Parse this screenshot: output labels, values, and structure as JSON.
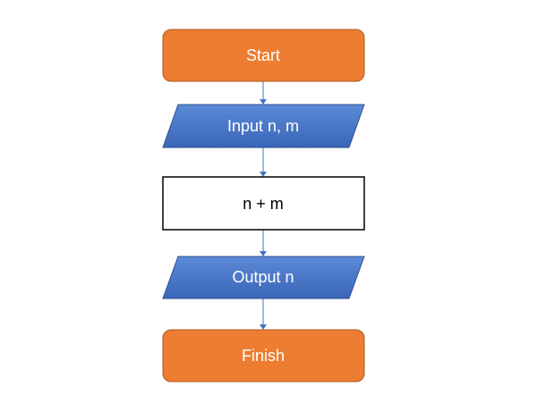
{
  "flowchart": {
    "nodes": [
      {
        "id": "start",
        "shape": "terminator",
        "label": "Start",
        "fill": "#ed7d31",
        "stroke": "#ae5a21",
        "text_color": "#ffffff"
      },
      {
        "id": "input",
        "shape": "parallelogram",
        "label": "Input n, m",
        "fill": "#4472c4",
        "stroke": "#2f528f",
        "text_color": "#ffffff"
      },
      {
        "id": "process",
        "shape": "rectangle",
        "label": "n + m",
        "fill": "#ffffff",
        "stroke": "#000000",
        "text_color": "#000000"
      },
      {
        "id": "output",
        "shape": "parallelogram",
        "label": "Output n",
        "fill": "#4472c4",
        "stroke": "#2f528f",
        "text_color": "#ffffff"
      },
      {
        "id": "finish",
        "shape": "terminator",
        "label": "Finish",
        "fill": "#ed7d31",
        "stroke": "#ae5a21",
        "text_color": "#ffffff"
      }
    ],
    "edges": [
      {
        "from": "start",
        "to": "input"
      },
      {
        "from": "input",
        "to": "process"
      },
      {
        "from": "process",
        "to": "output"
      },
      {
        "from": "output",
        "to": "finish"
      }
    ],
    "connector_color": "#4472c4"
  }
}
